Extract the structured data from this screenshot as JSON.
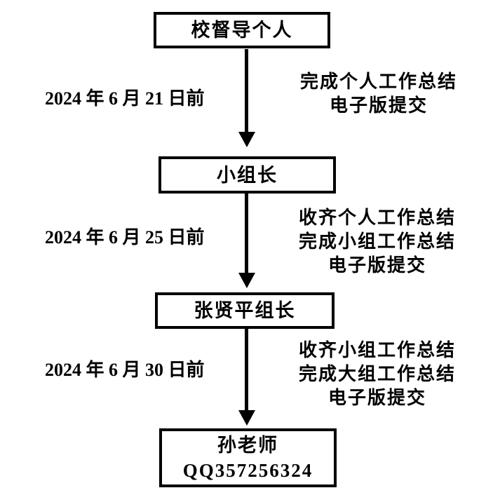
{
  "page": {
    "background_color": "#ffffff",
    "text_color": "#000000",
    "line_color": "#000000"
  },
  "flowchart": {
    "nodes": [
      {
        "id": "supervisor-individual",
        "lines": [
          "校督导个人"
        ]
      },
      {
        "id": "small-group-leader",
        "lines": [
          "小组长"
        ]
      },
      {
        "id": "zhang-xianping-leader",
        "lines": [
          "张贤平组长"
        ]
      },
      {
        "id": "teacher-sun",
        "lines": [
          "孙老师",
          "QQ357256324"
        ]
      }
    ],
    "steps": [
      {
        "deadline": "2024 年 6 月 21 日前",
        "actions": [
          "完成个人工作总结",
          "电子版提交"
        ]
      },
      {
        "deadline": "2024 年 6 月 25 日前",
        "actions": [
          "收齐个人工作总结",
          "完成小组工作总结",
          "电子版提交"
        ]
      },
      {
        "deadline": "2024 年 6 月 30 日前",
        "actions": [
          "收齐小组工作总结",
          "完成大组工作总结",
          "电子版提交"
        ]
      }
    ]
  }
}
